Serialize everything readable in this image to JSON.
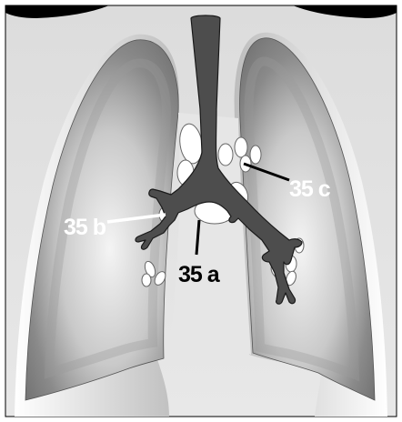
{
  "diagram": {
    "labels": {
      "a": "35 a",
      "b": "35 b",
      "c": "35 c"
    },
    "colors": {
      "background": "#d9d9d9",
      "lung_shade": "#7a7a7a",
      "lung_light": "#f2f2f2",
      "airway": "#4d4d4d",
      "airway_outline": "#1a1a1a",
      "lymph_node": "#ffffff",
      "label_dark": "#000000",
      "label_light": "#ffffff"
    }
  }
}
